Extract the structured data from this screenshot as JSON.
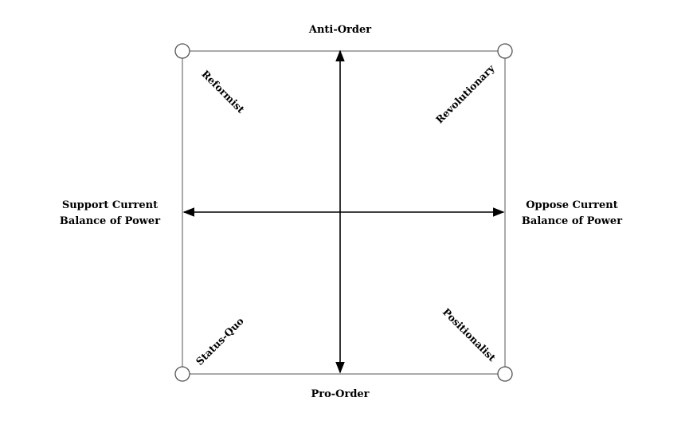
{
  "axes": {
    "top": "Anti-Order",
    "bottom": "Pro-Order",
    "left": [
      "Support Current",
      "Balance of Power"
    ],
    "right": [
      "Oppose Current",
      "Balance of Power"
    ]
  },
  "quadrants": {
    "top_left": "Reformist",
    "top_right": "Revolutionary",
    "bottom_left": "Status-Quo",
    "bottom_right": "Positionalist"
  },
  "colors": {
    "line": "#444444",
    "arrow": "#000000",
    "text": "#000000",
    "background": "#ffffff"
  }
}
